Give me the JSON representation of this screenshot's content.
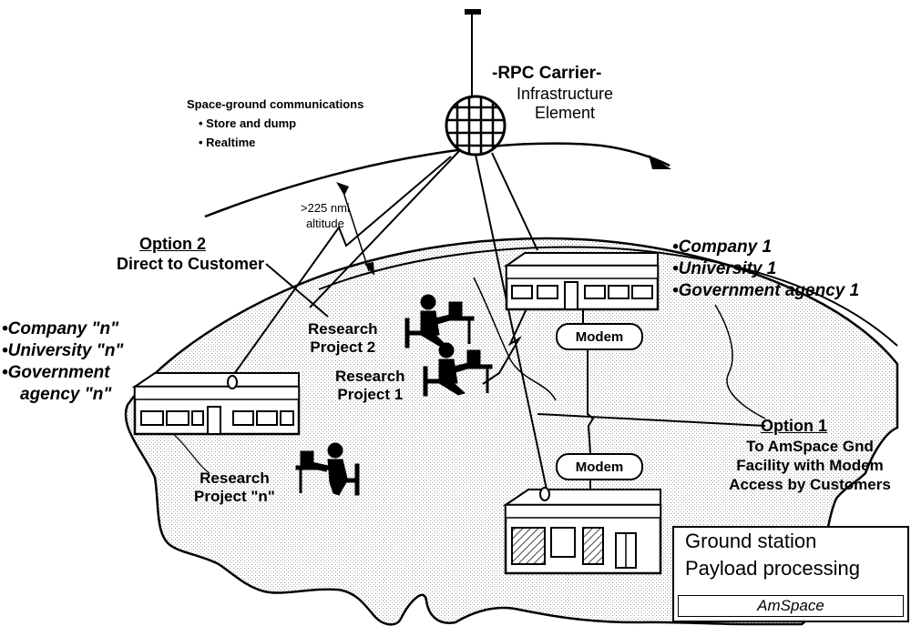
{
  "carrier": {
    "title": "-RPC Carrier-",
    "subtitle_line1": "Infrastructure",
    "subtitle_line2": "Element"
  },
  "comms": {
    "title": "Space-ground communications",
    "items": [
      "• Store and dump",
      "• Realtime"
    ]
  },
  "altitude": {
    "line1": ">225 nmi",
    "line2": "altitude"
  },
  "option2": {
    "label": "Option 2",
    "description": "Direct to Customer"
  },
  "option1": {
    "label": "Option 1",
    "description_lines": [
      "To AmSpace Gnd",
      "Facility with Modem",
      "Access by Customers"
    ]
  },
  "customers_1": [
    "•Company 1",
    "•University 1",
    "•Government agency 1"
  ],
  "customers_n": [
    "•Company \"n\"",
    "•University \"n\"",
    "•Government",
    "agency \"n\""
  ],
  "projects": {
    "p2": [
      "Research",
      "Project 2"
    ],
    "p1": [
      "Research",
      "Project 1"
    ],
    "pn": [
      "Research",
      "Project \"n\""
    ]
  },
  "modems": [
    "Modem",
    "Modem"
  ],
  "legend": {
    "line1": "Ground station",
    "line2": "Payload processing",
    "brand": "AmSpace"
  }
}
